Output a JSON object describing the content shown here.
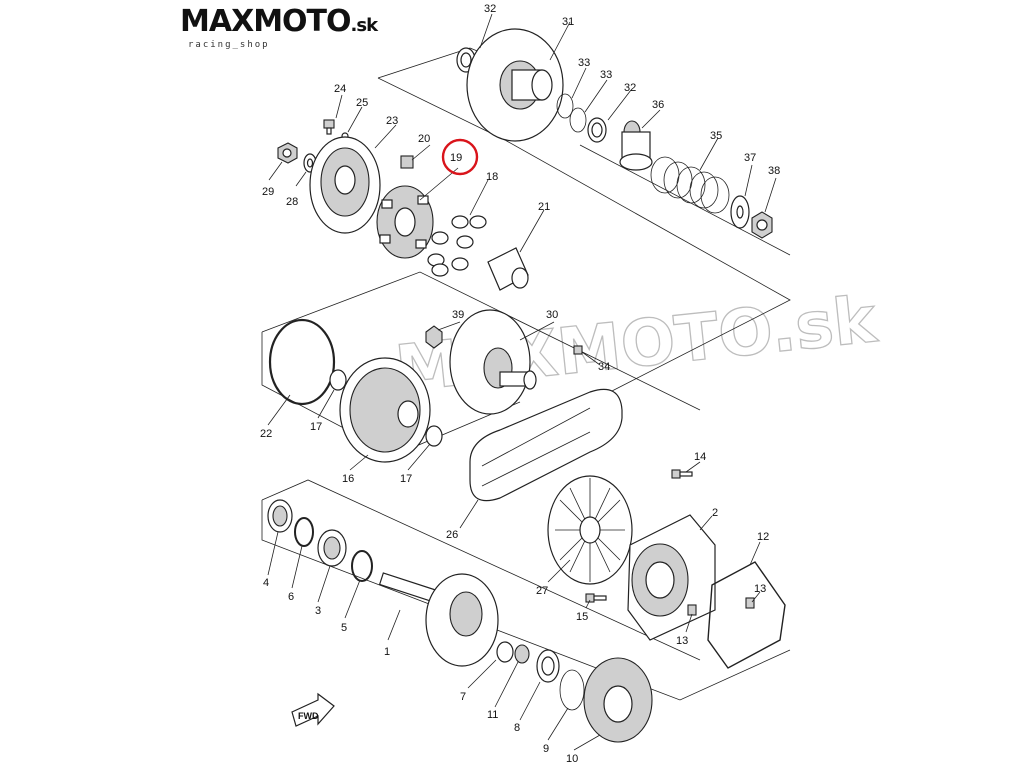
{
  "logo": {
    "main": "MAXMOTO",
    "suffix": ".sk",
    "tagline": "racing_shop"
  },
  "watermark": {
    "text": "MAXMOTO.sk"
  },
  "highlight": {
    "part": "19",
    "color": "#d9141b"
  },
  "fwd_label": "FWD",
  "labels": {
    "l1": "1",
    "l2": "2",
    "l3": "3",
    "l4": "4",
    "l5": "5",
    "l6": "6",
    "l7": "7",
    "l8": "8",
    "l9": "9",
    "l10": "10",
    "l11": "11",
    "l12": "12",
    "l13a": "13",
    "l13b": "13",
    "l14": "14",
    "l15": "15",
    "l16": "16",
    "l17a": "17",
    "l17b": "17",
    "l18": "18",
    "l19": "19",
    "l20": "20",
    "l21": "21",
    "l22": "22",
    "l23": "23",
    "l24": "24",
    "l25": "25",
    "l26": "26",
    "l27": "27",
    "l28": "28",
    "l29": "29",
    "l30": "30",
    "l31": "31",
    "l32a": "32",
    "l32b": "32",
    "l33a": "33",
    "l33b": "33",
    "l34": "34",
    "l35": "35",
    "l36": "36",
    "l37": "37",
    "l38": "38",
    "l39": "39"
  }
}
